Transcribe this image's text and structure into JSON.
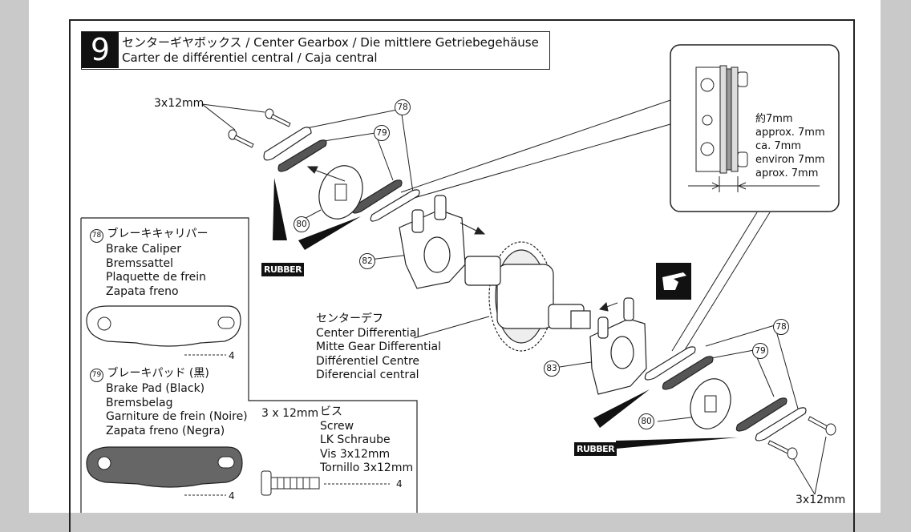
{
  "step": {
    "number": "9",
    "title_line1": "センターギヤボックス / Center Gearbox / Die mittlere Getriebegehäuse",
    "title_line2": "Carter de différentiel central / Caja central"
  },
  "callouts": {
    "p78": "78",
    "p79": "79",
    "p80": "80",
    "p82": "82",
    "p83": "83",
    "rubber_label": "RUBBER",
    "screw_size": "3x12mm"
  },
  "detail": {
    "lines": [
      "約7mm",
      "approx. 7mm",
      "ca. 7mm",
      "environ 7mm",
      "aprox. 7mm"
    ]
  },
  "center_diff": {
    "lines": [
      "センターデフ",
      "Center Differential",
      "Mitte Gear Differential",
      "Différentiel Centre",
      "Diferencial central"
    ]
  },
  "legend": {
    "brake_caliper": {
      "num": "78",
      "name_jp": "ブレーキキャリパー",
      "names": [
        "Brake Caliper",
        "Bremssattel",
        "Plaquette de frein",
        "Zapata freno"
      ],
      "qty": "4"
    },
    "brake_pad": {
      "num": "79",
      "name_jp": "ブレーキパッド (黒)",
      "names": [
        "Brake Pad (Black)",
        "Bremsbelag",
        "Garniture de frein (Noire)",
        "Zapata freno (Negra)"
      ],
      "qty": "4"
    },
    "screw": {
      "size": "3 x 12mm",
      "name_jp": "ビス",
      "names": [
        "Screw",
        "LK Schraube",
        "Vis 3x12mm",
        "Tornillo 3x12mm"
      ],
      "qty": "4"
    }
  }
}
